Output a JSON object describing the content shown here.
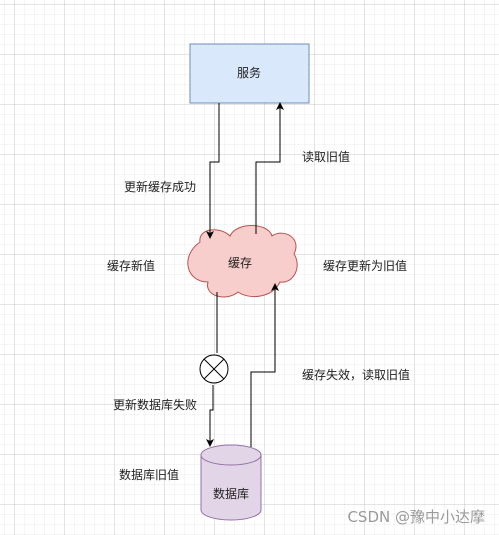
{
  "nodes": {
    "service": "服务",
    "cache": "缓存",
    "database": "数据库"
  },
  "edges": {
    "update_cache_success": "更新缓存成功",
    "read_old_value": "读取旧值",
    "update_db_failed": "更新数据库失败",
    "cache_miss_read_old": "缓存失效，读取旧值"
  },
  "annotations": {
    "cache_new_value": "缓存新值",
    "cache_updated_to_old": "缓存更新为旧值",
    "db_old_value": "数据库旧值"
  },
  "watermark": "CSDN @豫中小达摩",
  "colors": {
    "service_fill": "#dae8fc",
    "service_stroke": "#6c8ebf",
    "cache_fill": "#f8cecc",
    "cache_stroke": "#b85450",
    "database_fill": "#e1d5e7",
    "database_stroke": "#9673a6",
    "line": "#000000"
  }
}
